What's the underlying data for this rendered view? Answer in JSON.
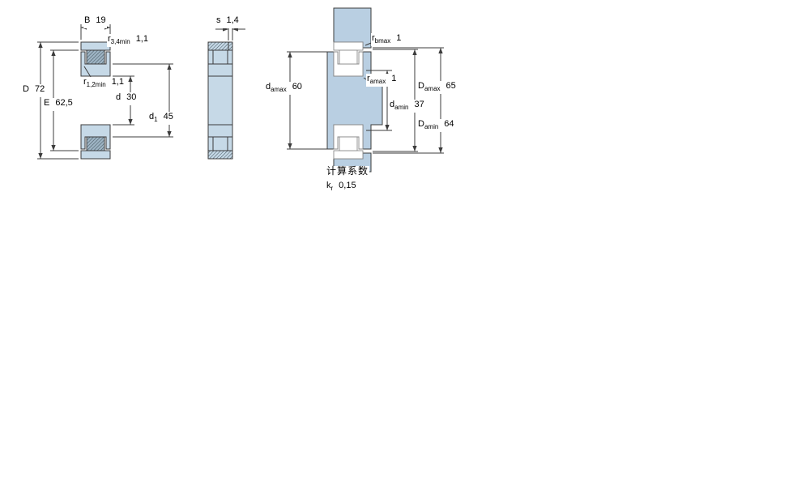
{
  "drawing": {
    "title": "bearing-dimension-drawing",
    "colors": {
      "fill_light": "#c6d9e7",
      "fill_medium": "#b9cfe2",
      "roller_fill": "#9eb4c4",
      "hatch_stroke": "#45565f",
      "outline": "#3c3c3c",
      "dim_color": "#3c3c3c"
    },
    "dims": {
      "B": {
        "sym": "B",
        "sub": "",
        "value": "19"
      },
      "r34": {
        "sym": "r",
        "sub": "3,4min",
        "value": "1,1"
      },
      "D": {
        "sym": "D",
        "sub": "",
        "value": "72"
      },
      "E": {
        "sym": "E",
        "sub": "",
        "value": "62,5"
      },
      "r12": {
        "sym": "r",
        "sub": "1,2min",
        "value": "1,1"
      },
      "d": {
        "sym": "d",
        "sub": "",
        "value": "30"
      },
      "d1": {
        "sym": "d",
        "sub": "1",
        "value": "45"
      },
      "s": {
        "sym": "s",
        "sub": "",
        "value": "1,4"
      },
      "rb": {
        "sym": "r",
        "sub": "bmax",
        "value": "1"
      },
      "da_max": {
        "sym": "d",
        "sub": "amax",
        "value": "60"
      },
      "ra": {
        "sym": "r",
        "sub": "amax",
        "value": "1"
      },
      "da_min": {
        "sym": "d",
        "sub": "amin",
        "value": "37"
      },
      "Da_max": {
        "sym": "D",
        "sub": "amax",
        "value": "65"
      },
      "Da_min": {
        "sym": "D",
        "sub": "amin",
        "value": "64"
      }
    },
    "calc": {
      "heading": "计算系数",
      "k": {
        "sym": "k",
        "sub": "r",
        "value": "0,15"
      }
    }
  }
}
